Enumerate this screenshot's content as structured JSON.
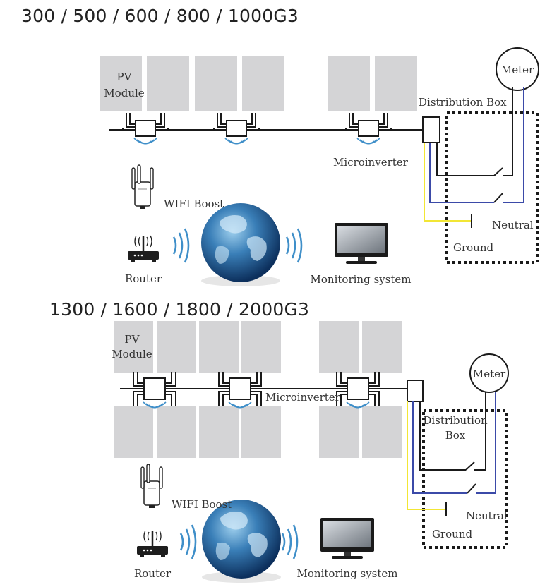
{
  "diagrams": [
    {
      "title": "300 / 500 / 600 / 800 / 1000G3",
      "labels": {
        "pv_module_line1": "PV",
        "pv_module_line2": "Module",
        "microinverter": "Microinverter",
        "distribution_box": "Distribution Box",
        "meter": "Meter",
        "wifi_boost": "WIFI Boost",
        "router": "Router",
        "monitoring": "Monitoring system",
        "neutral": "Neutral",
        "ground": "Ground"
      }
    },
    {
      "title": "1300 / 1600 / 1800 / 2000G3",
      "labels": {
        "pv_module_line1": "PV",
        "pv_module_line2": "Module",
        "microinverter": "Microinverter",
        "distribution_box_line1": "Distribution",
        "distribution_box_line2": "Box",
        "meter": "Meter",
        "wifi_boost": "WIFI Boost",
        "router": "Router",
        "monitoring": "Monitoring system",
        "neutral": "Neutral",
        "ground": "Ground"
      }
    }
  ],
  "colors": {
    "panel": "#d4d4d6",
    "wire": "#1a1a1a",
    "live_blue": "#3b4aa8",
    "ground_yellow": "#f2e635",
    "signal_blue": "#3f8fc9",
    "box_border": "#1a1a1a"
  }
}
